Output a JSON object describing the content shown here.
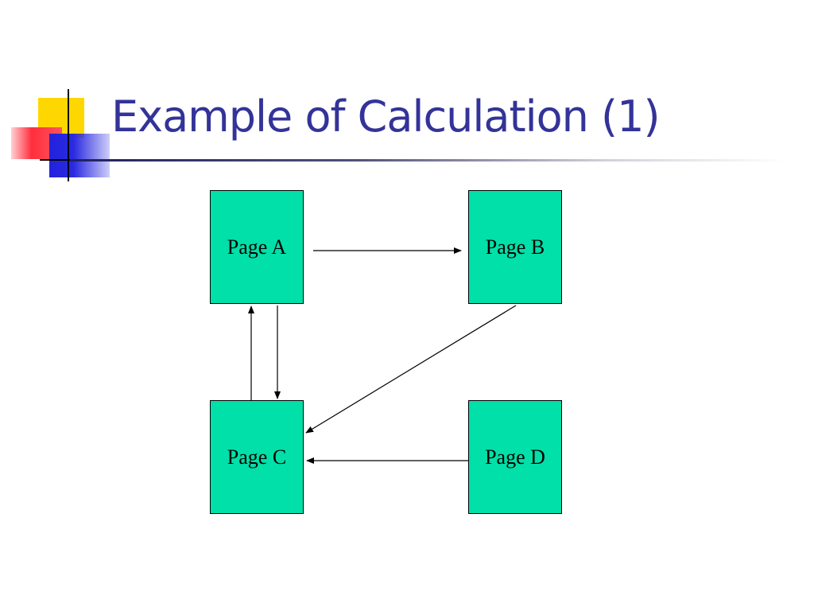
{
  "slide": {
    "title": "Example of Calculation (1)"
  },
  "diagram": {
    "nodes": [
      {
        "id": "a",
        "label": "Page A"
      },
      {
        "id": "b",
        "label": "Page B"
      },
      {
        "id": "c",
        "label": "Page C"
      },
      {
        "id": "d",
        "label": "Page D"
      }
    ],
    "edges": [
      {
        "from": "Page A",
        "to": "Page B"
      },
      {
        "from": "Page A",
        "to": "Page C"
      },
      {
        "from": "Page C",
        "to": "Page A"
      },
      {
        "from": "Page B",
        "to": "Page C"
      },
      {
        "from": "Page D",
        "to": "Page C"
      }
    ]
  },
  "colors": {
    "node_fill": "#00e0a8",
    "title": "#333399"
  }
}
